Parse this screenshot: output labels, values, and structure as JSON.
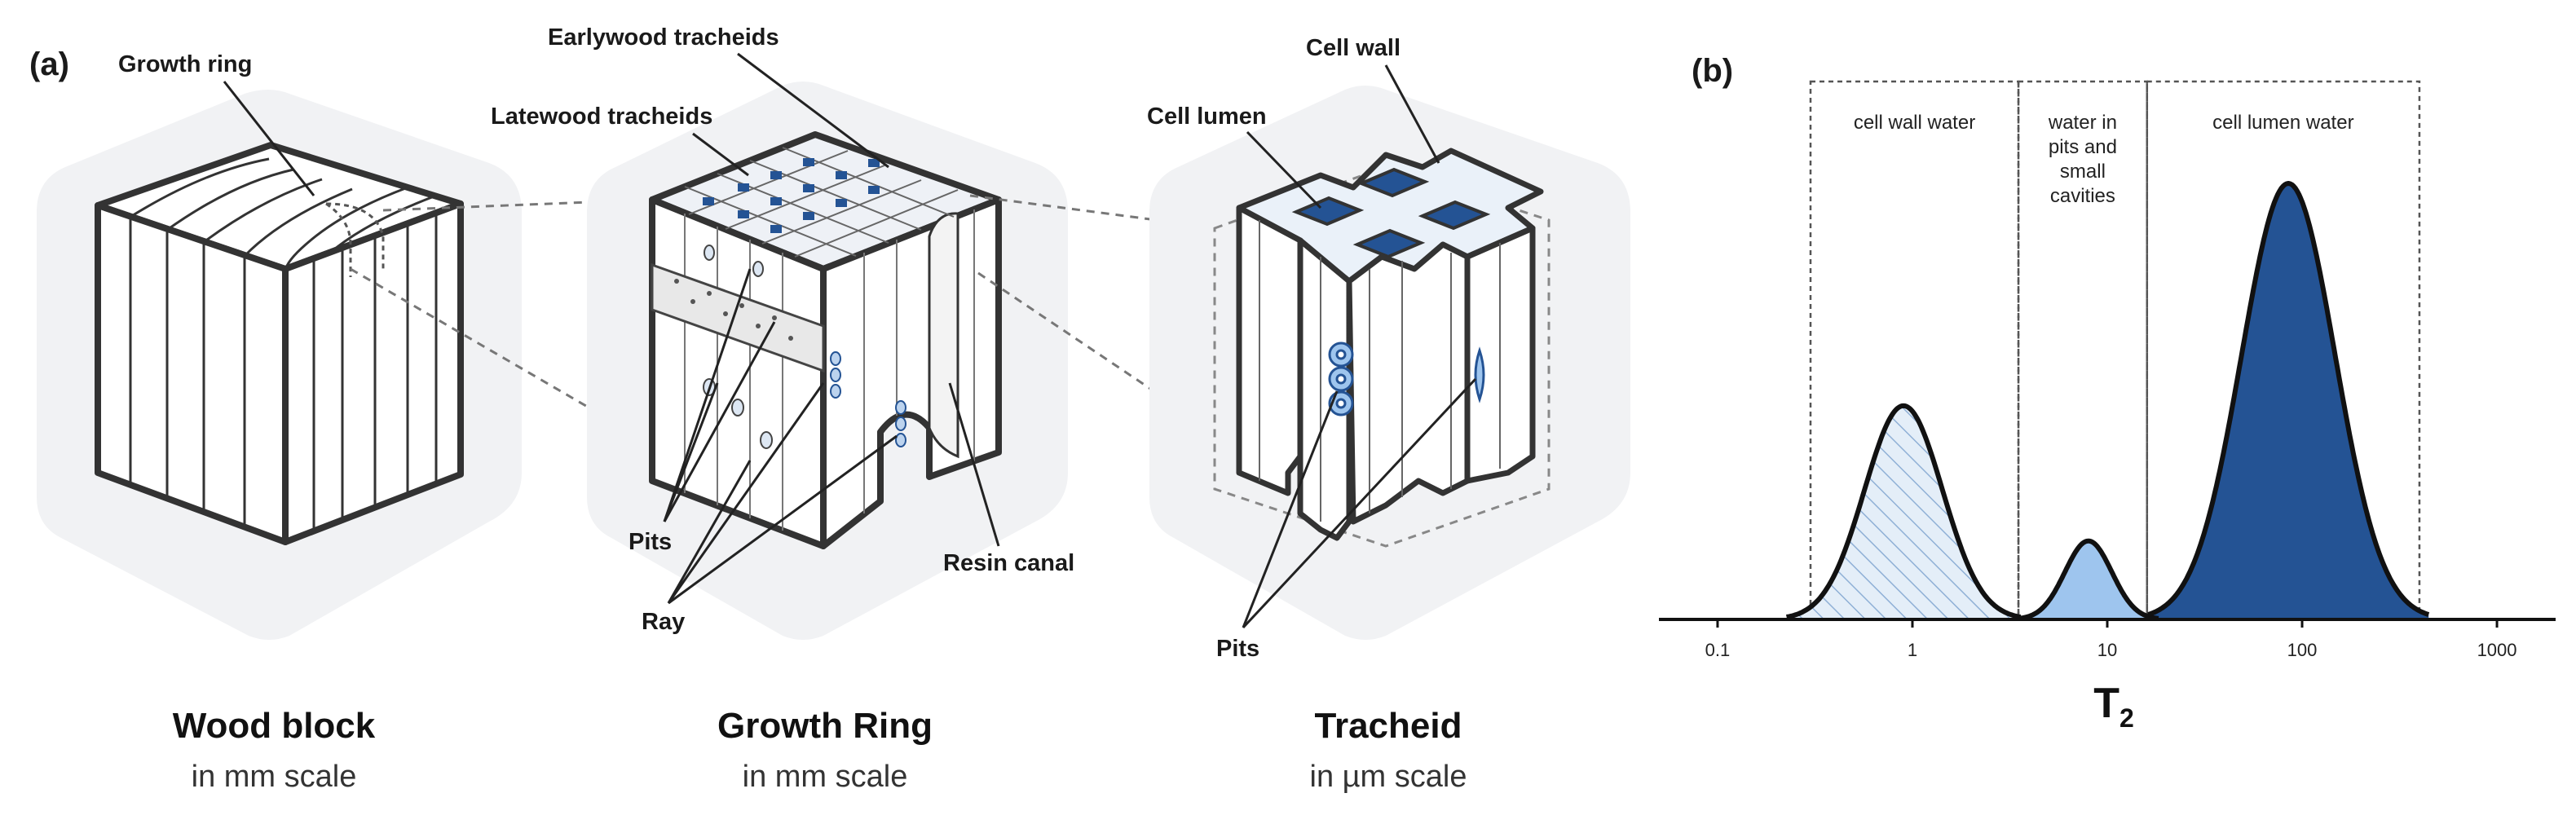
{
  "panel_a": {
    "label": "(a)",
    "callouts": {
      "growth_ring": "Growth ring",
      "earlywood": "Earlywood tracheids",
      "latewood": "Latewood tracheids",
      "pits_ring": "Pits",
      "ray": "Ray",
      "resin_canal": "Resin canal",
      "cell_wall": "Cell wall",
      "cell_lumen": "Cell lumen",
      "pits_tracheid": "Pits"
    },
    "captions": [
      {
        "title": "Wood block",
        "subtitle": "in mm scale"
      },
      {
        "title": "Growth Ring",
        "subtitle": "in mm scale"
      },
      {
        "title": "Tracheid",
        "subtitle": "in µm scale"
      }
    ]
  },
  "panel_b": {
    "label": "(b)",
    "chart_data": {
      "type": "area",
      "xlabel": "T",
      "xlabel_subscript": "2",
      "x_scale": "log",
      "xlim": [
        0.05,
        2000
      ],
      "x_ticks": [
        "0.1",
        "1",
        "10",
        "100",
        "1000"
      ],
      "x_tick_values": [
        0.1,
        1,
        10,
        100,
        1000
      ],
      "regions": [
        {
          "label_lines": [
            "cell wall water"
          ],
          "x_range": [
            0.3,
            3.5
          ]
        },
        {
          "label_lines": [
            "water in",
            "pits and",
            "small",
            "cavities"
          ],
          "x_range": [
            3.5,
            16
          ]
        },
        {
          "label_lines": [
            "cell lumen water"
          ],
          "x_range": [
            16,
            400
          ]
        }
      ],
      "series": [
        {
          "peak_x": 0.9,
          "peak_height": 0.49,
          "fill": "hatched",
          "color": "#d6e4f3"
        },
        {
          "peak_x": 8,
          "peak_height": 0.18,
          "fill": "solid",
          "color": "#9ec5ee"
        },
        {
          "peak_x": 85,
          "peak_height": 1.0,
          "fill": "solid",
          "color": "#245394"
        }
      ],
      "curve_color": "#111111",
      "grid": false
    }
  }
}
